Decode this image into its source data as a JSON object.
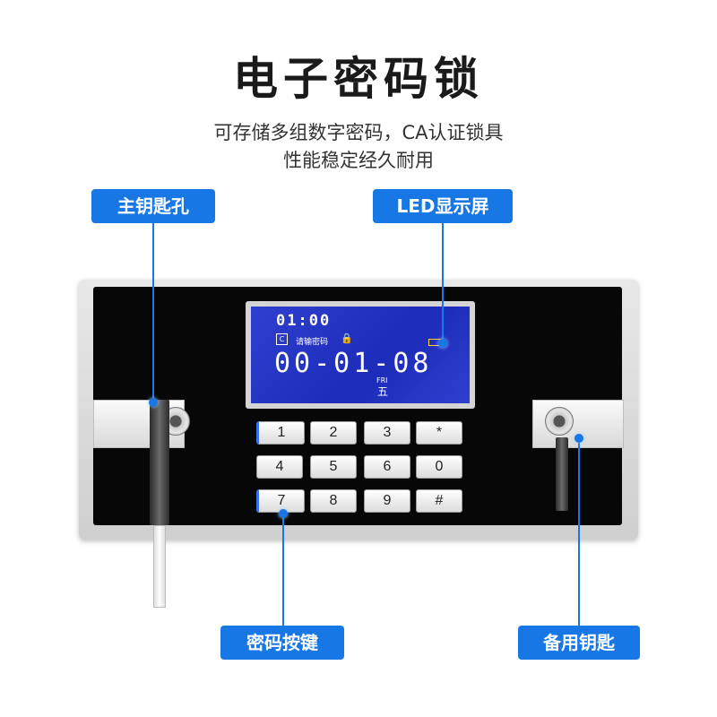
{
  "title": "电子密码锁",
  "subtitle_line1": "可存储多组数字密码，CA认证锁具",
  "subtitle_line2": "性能稳定经久耐用",
  "labels": {
    "main_keyhole": "主钥匙孔",
    "led_display": "LED显示屏",
    "keypad": "密码按键",
    "spare_key": "备用钥匙"
  },
  "lcd": {
    "time": "01:00",
    "prompt_icon": "C",
    "prompt": "请输密码",
    "lock_icon": "🔒",
    "date": "00-01-08",
    "dow_en": "FRI",
    "dow_cn": "五"
  },
  "keys": [
    "1",
    "2",
    "3",
    "*",
    "4",
    "5",
    "6",
    "0",
    "7",
    "8",
    "9",
    "#"
  ],
  "colors": {
    "accent": "#1677e5",
    "lcd": "#2436c4"
  }
}
